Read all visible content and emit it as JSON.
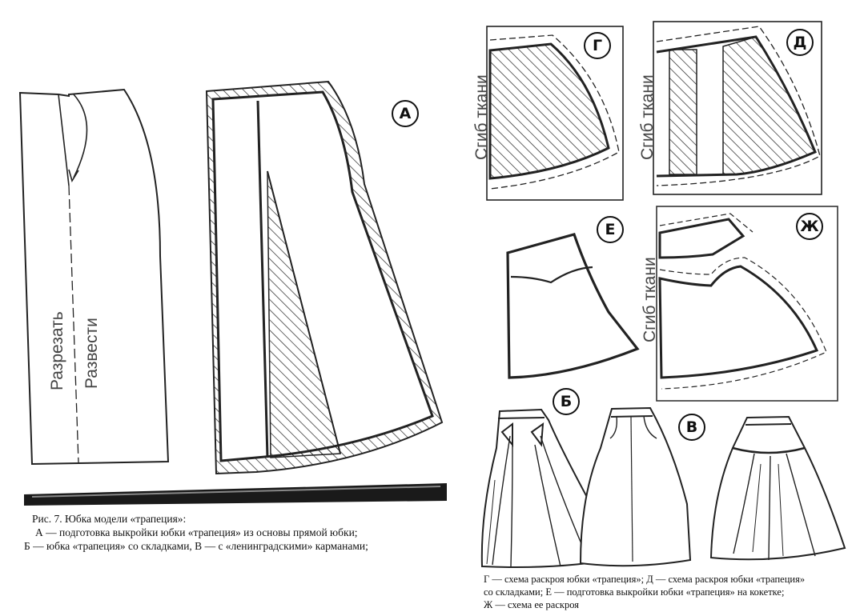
{
  "labels": {
    "a": "А",
    "b": "Б",
    "v": "В",
    "g": "Г",
    "d": "Д",
    "e": "Е",
    "zh": "Ж"
  },
  "pattern_text": {
    "cut": "Разрезать",
    "spread": "Развести",
    "fold": "Сгиб ткани"
  },
  "caption_left": [
    "Рис. 7. Юбка модели «трапеция»:",
    "А — подготовка выкройки юбки «трапеция» из основы прямой юбки;",
    "Б — юбка «трапеция» со складками, В — с «ленинградскими» карманами;"
  ],
  "caption_right": [
    "Г — схема раскроя юбки «трапеция»; Д — схема раскроя юбки «трапеция»",
    "со складками; Е — подготовка выкройки юбки «трапеция» на кокетке;",
    "Ж — схема ее раскроя"
  ]
}
